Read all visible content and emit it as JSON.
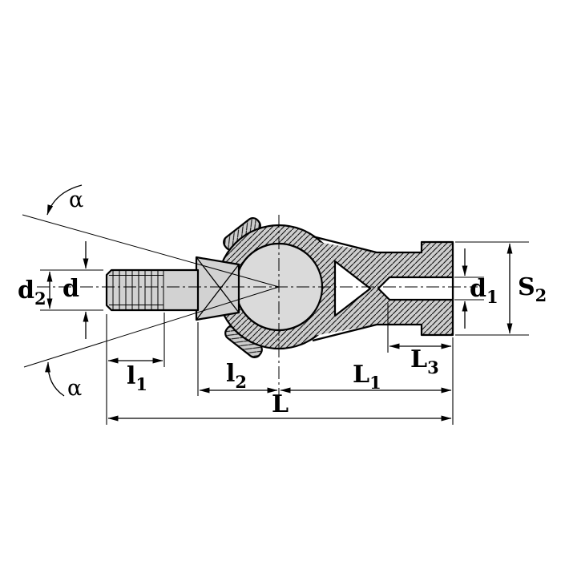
{
  "drawing": {
    "description_colors": {
      "background": "#ffffff",
      "part_fill": "#d2d2d2",
      "ball_fill": "#dadada",
      "line": "#000000"
    },
    "labels": {
      "alpha_top": "α",
      "alpha_bottom": "α",
      "d2": {
        "base": "d",
        "sub": "2"
      },
      "d": "d",
      "d1": {
        "base": "d",
        "sub": "1"
      },
      "S2": {
        "base": "S",
        "sub": "2"
      },
      "l1": {
        "base": "l",
        "sub": "1"
      },
      "l2": {
        "base": "l",
        "sub": "2"
      },
      "L1": {
        "base": "L",
        "sub": "1"
      },
      "L3": {
        "base": "L",
        "sub": "3"
      },
      "L": "L"
    }
  }
}
